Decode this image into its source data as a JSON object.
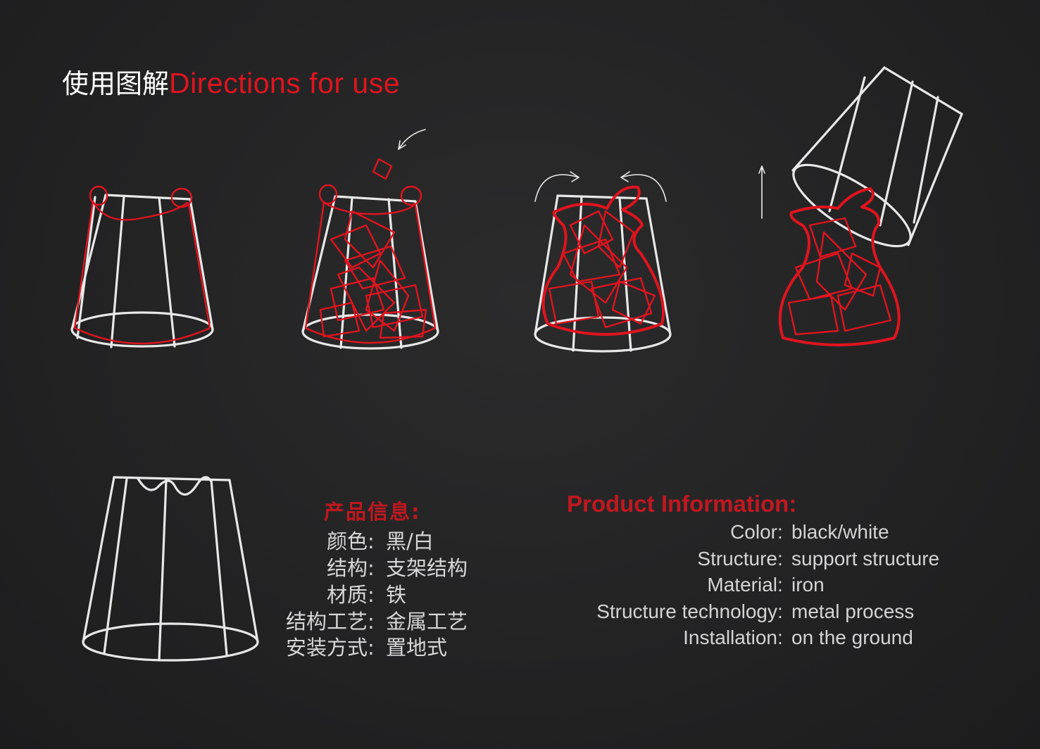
{
  "title": {
    "cn": "使用图解",
    "en": "Directions for use"
  },
  "icons": [
    "frame-with-clips-icon",
    "items-falling-into-bag-icon",
    "tie-bag-icon",
    "lift-frame-icon",
    "empty-frame-icon"
  ],
  "colors": {
    "accent": "#e0141e",
    "heading": "#c01820",
    "wire": "#e8e8e8",
    "background": "#232324"
  },
  "cn_info": {
    "heading": "产品信息:",
    "rows": [
      {
        "label": "颜色",
        "sep": ":",
        "value": "黑/白"
      },
      {
        "label": "结构",
        "sep": ":",
        "value": "支架结构"
      },
      {
        "label": "材质",
        "sep": ":",
        "value": "铁"
      },
      {
        "label": "结构工艺",
        "sep": ":",
        "value": "金属工艺"
      },
      {
        "label": "安装方式",
        "sep": ":",
        "value": "置地式"
      }
    ]
  },
  "en_info": {
    "heading": "Product Information:",
    "rows": [
      {
        "label": "Color",
        "sep": ":",
        "value": "black/white"
      },
      {
        "label": "Structure",
        "sep": ":",
        "value": "support structure"
      },
      {
        "label": "Material",
        "sep": ":",
        "value": "iron"
      },
      {
        "label": "Structure technology",
        "sep": ":",
        "value": "metal process"
      },
      {
        "label": "Installation",
        "sep": ":",
        "value": "on the ground"
      }
    ]
  }
}
